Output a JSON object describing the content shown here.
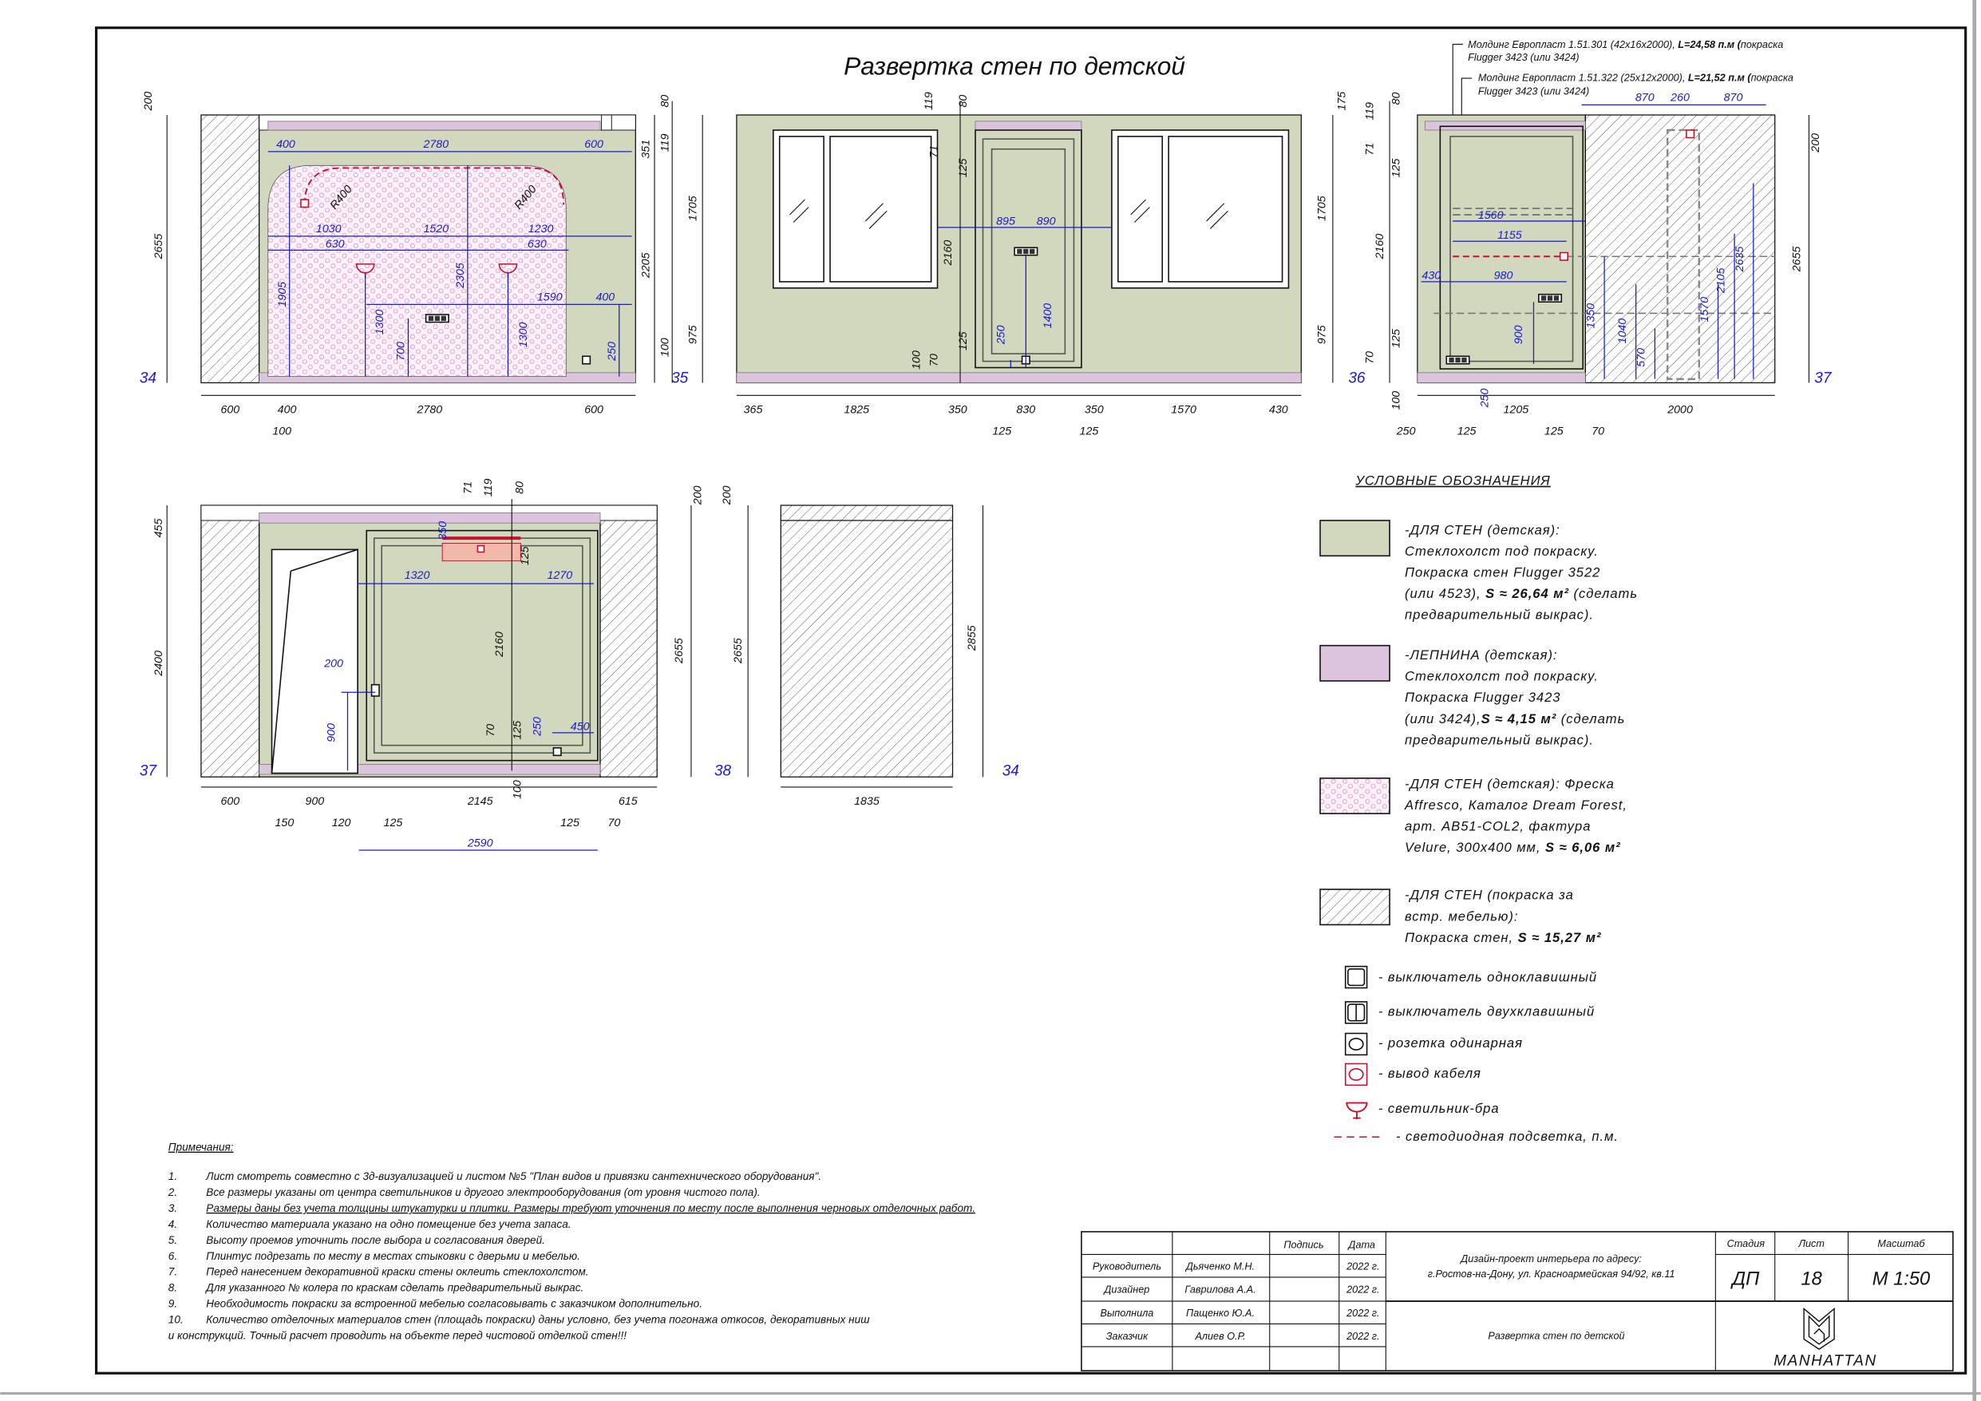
{
  "title": "Развертка стен по детской",
  "moldings": [
    {
      "line1": "Молдинг Европласт 1.51.301 (42х16х2000), L=24,58 п.м (покраска",
      "line2": "Flugger 3423 (или 3424)"
    },
    {
      "line1": "Молдинг Европласт 1.51.322 (25х12х2000), L=21,52 п.м (покраска",
      "line2": "Flugger 3423 (или 3424)"
    }
  ],
  "wall_marks": [
    "34",
    "35",
    "36",
    "37",
    "37",
    "38",
    "34"
  ],
  "elevations": {
    "e1": [
      "200",
      "2655",
      "400",
      "2780",
      "600",
      "R400",
      "R400",
      "1030",
      "630",
      "1520",
      "1230",
      "630",
      "1905",
      "2305",
      "1590",
      "400",
      "1300",
      "700",
      "1300",
      "250",
      "80",
      "351",
      "119",
      "2205",
      "100",
      "600",
      "400",
      "2780",
      "600",
      "100"
    ],
    "e2": [
      "119",
      "80",
      "71",
      "125",
      "2160",
      "125",
      "100",
      "70",
      "895",
      "890",
      "250",
      "1400",
      "1705",
      "975",
      "1705",
      "975",
      "175",
      "365",
      "1825",
      "350",
      "830",
      "350",
      "1570",
      "430",
      "125",
      "125"
    ],
    "e3": [
      "80",
      "119",
      "71",
      "125",
      "2160",
      "125",
      "70",
      "100",
      "870",
      "260",
      "870",
      "200",
      "2655",
      "1560",
      "1155",
      "430",
      "980",
      "900",
      "250",
      "1350",
      "1040",
      "570",
      "1570",
      "2105",
      "2635",
      "250",
      "125",
      "1205",
      "125",
      "70",
      "2000"
    ],
    "e4": [
      "200",
      "455",
      "2400",
      "2655",
      "71",
      "119",
      "80",
      "350",
      "125",
      "1320",
      "1270",
      "2160",
      "200",
      "900",
      "70",
      "125",
      "250",
      "450",
      "100",
      "600",
      "900",
      "2145",
      "615",
      "150",
      "120",
      "125",
      "125",
      "70",
      "2590"
    ],
    "e5": [
      "200",
      "2655",
      "2855",
      "1835"
    ]
  },
  "legend": {
    "title": "УСЛОВНЫЕ ОБОЗНАЧЕНИЯ",
    "materials": [
      {
        "name": "wall-paint",
        "color": "#d2d8bd",
        "lines": [
          "-ДЛЯ СТЕН (детская):",
          "Стеклохолст под покраску.",
          "Покраска стен Flugger 3522",
          "(или 4523), S ≈ 26,64 м² (сделать",
          "предварительный выкрас)."
        ]
      },
      {
        "name": "moulding",
        "color": "#dcc4df",
        "lines": [
          "-ЛЕПНИНА (детская):",
          "Стеклохолст под покраску.",
          "Покраска Flugger 3423",
          "(или 3424),S ≈ 4,15 м² (сделать",
          "предварительный выкрас)."
        ]
      },
      {
        "name": "fresco",
        "color": "#e9a6d6",
        "lines": [
          "-ДЛЯ СТЕН (детская): Фреска",
          "Affresco, Каталог Dream Forest,",
          "арт. AB51-COL2, фактура",
          "Velure, 300х400 мм, S ≈ 6,06 м²"
        ]
      },
      {
        "name": "behind-furniture",
        "color": "#ffffff",
        "lines": [
          "-ДЛЯ СТЕН (покраска за",
          "встр. мебелью):",
          "Покраска стен, S ≈ 15,27 м²"
        ]
      }
    ],
    "symbols": [
      {
        "icon": "switch-single-icon",
        "label": "- выключатель одноклавишный"
      },
      {
        "icon": "switch-double-icon",
        "label": "- выключатель двухклавишный"
      },
      {
        "icon": "socket-icon",
        "label": "- розетка одинарная"
      },
      {
        "icon": "cable-outlet-icon",
        "label": "- вывод кабеля"
      },
      {
        "icon": "wall-lamp-icon",
        "label": "- светильник-бра"
      },
      {
        "icon": "led-strip-icon",
        "label": "- светодиодная подсветка, п.м."
      }
    ],
    "accent_red": "#c8102e"
  },
  "notes": {
    "title": "Примечания:",
    "items": [
      {
        "num": "1.",
        "text": "Лист смотреть совместно с 3д-визуализацией и листом №5 \"План видов и привязки сантехнического оборудования\"."
      },
      {
        "num": "2.",
        "text": "Все размеры указаны от центра светильников и другого электрооборудования (от уровня чистого пола)."
      },
      {
        "num": "3.",
        "text": "Размеры даны без учета толщины штукатурки и плитки. Размеры требуют уточнения по месту после выполнения черновых отделочных работ."
      },
      {
        "num": "4.",
        "text": "Количество материала указано на одно помещение без учета запаса."
      },
      {
        "num": "5.",
        "text": "Высоту проемов уточнить после выбора и согласования дверей."
      },
      {
        "num": "6.",
        "text": "Плинтус подрезать по месту в местах стыковки с дверьми и мебелью."
      },
      {
        "num": "7.",
        "text": "Перед нанесением декоративной краски стены оклеить стеклохолстом."
      },
      {
        "num": "8.",
        "text": "Для указанного № колера по краскам сделать предварительный выкрас."
      },
      {
        "num": "9.",
        "text": "Необходимость покраски за встроенной мебелью согласовывать с заказчиком дополнительно."
      },
      {
        "num": "10.",
        "text": "Количество отделочных материалов стен (площадь покраски) даны условно, без учета погонажа откосов, декоративных ниш"
      }
    ],
    "continuation": "и конструкций. Точный расчет проводить на объекте перед чистовой отделкой стен!!!"
  },
  "title_block": {
    "sign_header": "Подпись",
    "date_header": "Дата",
    "rows": [
      {
        "role": "Руководитель",
        "name": "Дьяченко М.Н.",
        "date": "2022 г."
      },
      {
        "role": "Дизайнер",
        "name": "Гаврилова А.А.",
        "date": "2022 г."
      },
      {
        "role": "Выполнила",
        "name": "Пащенко Ю.А.",
        "date": "2022 г."
      },
      {
        "role": "Заказчик",
        "name": "Алиев О.Р.",
        "date": "2022 г."
      }
    ],
    "address_line1": "Дизайн-проект интерьера по адресу:",
    "address_line2": "г.Ростов-на-Дону, ул. Красноармейская 94/92, кв.11",
    "sheet_title": "Развертка стен по детской",
    "stage_label": "Стадия",
    "sheet_label": "Лист",
    "scale_label": "Масштаб",
    "stage": "ДП",
    "sheet": "18",
    "scale": "М 1:50",
    "logo_text": "MANHATTAN"
  }
}
